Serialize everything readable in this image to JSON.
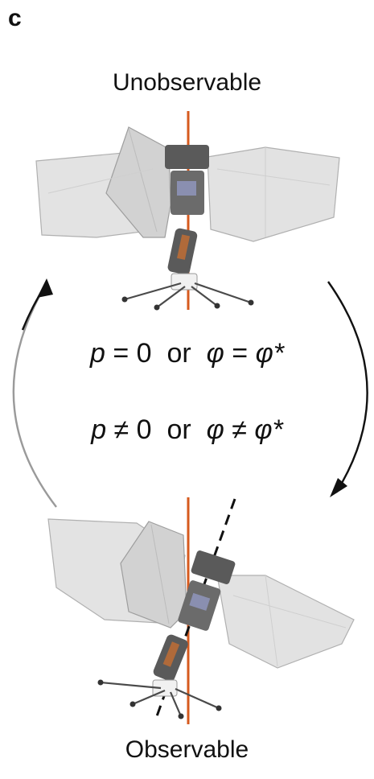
{
  "panel_letter": "c",
  "top_label": "Unobservable",
  "bottom_label": "Observable",
  "condition_equal": {
    "p": "p",
    "rel1": " = 0",
    "or": "or",
    "phi": "φ",
    "rel2": " = ",
    "phi_star": "φ*"
  },
  "condition_not_equal": {
    "p": "p",
    "rel1": " ≠ 0",
    "or": "or",
    "phi": "φ",
    "rel2": " ≠ ",
    "phi_star": "φ*"
  },
  "colors": {
    "axis_line": "#d65a1e",
    "wing_fill": "#dcdcdc",
    "wing_edge": "#a8a8a8",
    "body": "#4a4a4a",
    "arrow_left": "#9a9a9a",
    "arrow_right": "#111111"
  }
}
